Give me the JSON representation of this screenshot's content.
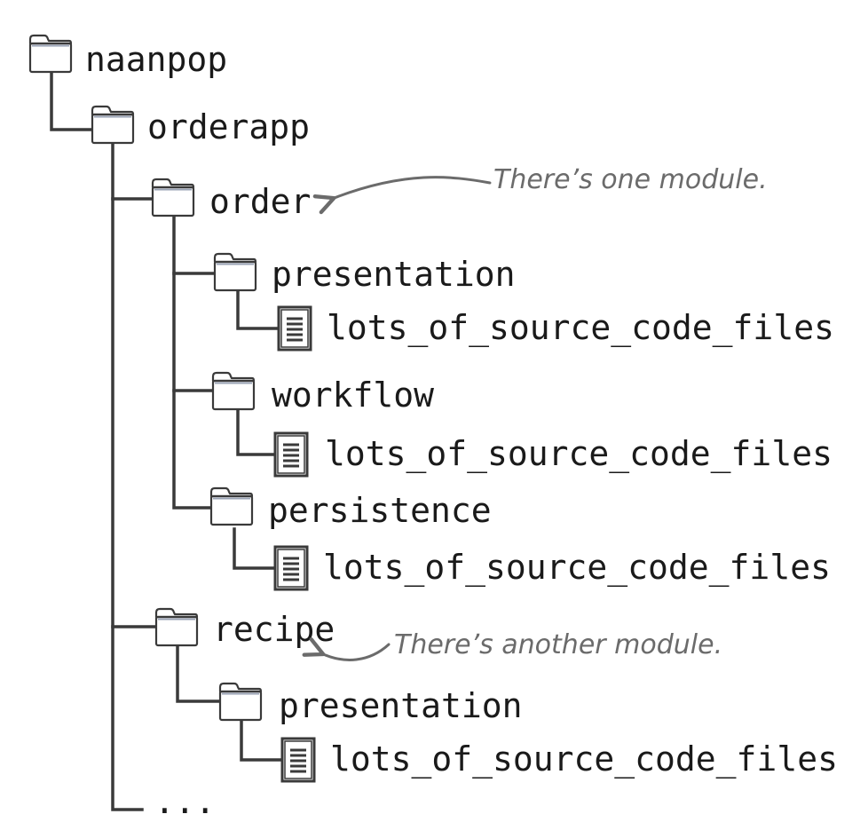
{
  "tree": {
    "nodes": [
      {
        "id": "naanpop",
        "label": "naanpop",
        "icon": "folder-icon"
      },
      {
        "id": "orderapp",
        "label": "orderapp",
        "icon": "folder-icon"
      },
      {
        "id": "order",
        "label": "order",
        "icon": "folder-icon"
      },
      {
        "id": "order_presentation",
        "label": "presentation",
        "icon": "folder-icon"
      },
      {
        "id": "order_presentation_files",
        "label": "lots_of_source_code_files",
        "icon": "file-icon"
      },
      {
        "id": "order_workflow",
        "label": "workflow",
        "icon": "folder-icon"
      },
      {
        "id": "order_workflow_files",
        "label": "lots_of_source_code_files",
        "icon": "file-icon"
      },
      {
        "id": "order_persistence",
        "label": "persistence",
        "icon": "folder-icon"
      },
      {
        "id": "order_persistence_files",
        "label": "lots_of_source_code_files",
        "icon": "file-icon"
      },
      {
        "id": "recipe",
        "label": "recipe",
        "icon": "folder-icon"
      },
      {
        "id": "recipe_presentation",
        "label": "presentation",
        "icon": "folder-icon"
      },
      {
        "id": "recipe_presentation_files",
        "label": "lots_of_source_code_files",
        "icon": "file-icon"
      },
      {
        "id": "ellipsis",
        "label": "...",
        "icon": ""
      }
    ]
  },
  "annotations": [
    {
      "id": "order_note",
      "text": "There’s one module.",
      "target": "order"
    },
    {
      "id": "recipe_note",
      "text": "There’s another module.",
      "target": "recipe"
    }
  ],
  "colors": {
    "annotation": "#6b6b6b",
    "line": "#3a3a3a",
    "icon_stroke": "#3a3a3a",
    "folder_fill": "#ffffff"
  }
}
